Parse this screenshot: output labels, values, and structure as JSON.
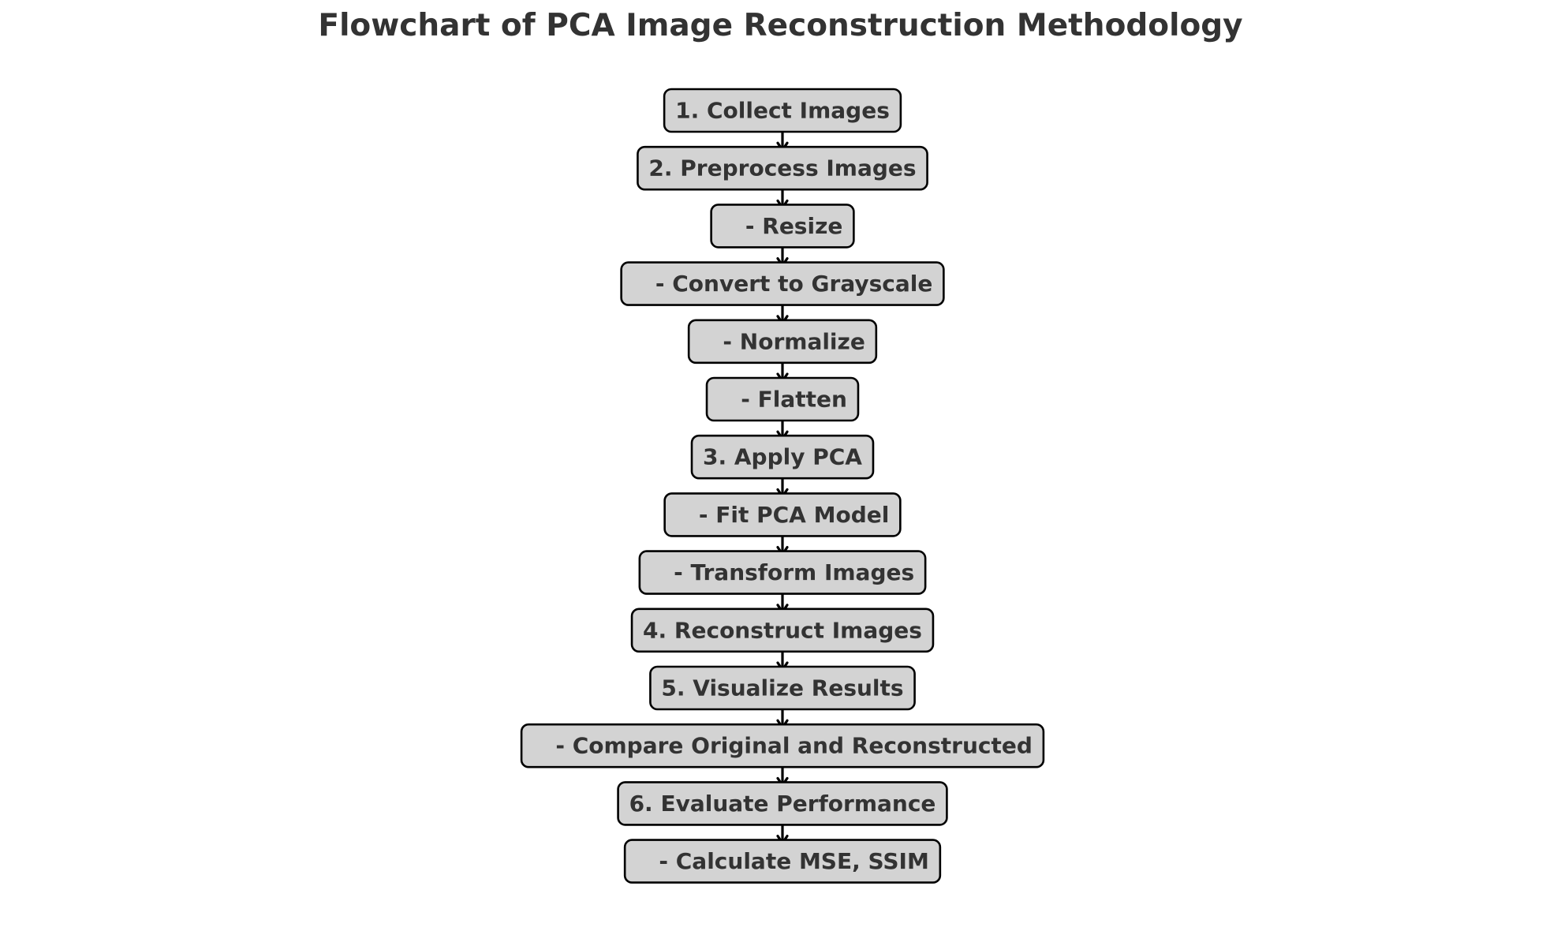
{
  "title": "Flowchart of PCA Image Reconstruction Methodology",
  "colors": {
    "node_fill": "#d3d3d3",
    "node_stroke": "#000000",
    "text": "#333333",
    "arrow": "#000000",
    "background": "#ffffff"
  },
  "steps": [
    {
      "label": "1. Collect Images"
    },
    {
      "label": "2. Preprocess Images"
    },
    {
      "label": "   - Resize"
    },
    {
      "label": "   - Convert to Grayscale"
    },
    {
      "label": "   - Normalize"
    },
    {
      "label": "   - Flatten"
    },
    {
      "label": "3. Apply PCA"
    },
    {
      "label": "   - Fit PCA Model"
    },
    {
      "label": "   - Transform Images"
    },
    {
      "label": "4. Reconstruct Images"
    },
    {
      "label": "5. Visualize Results"
    },
    {
      "label": "   - Compare Original and Reconstructed"
    },
    {
      "label": "6. Evaluate Performance"
    },
    {
      "label": "   - Calculate MSE, SSIM"
    }
  ]
}
